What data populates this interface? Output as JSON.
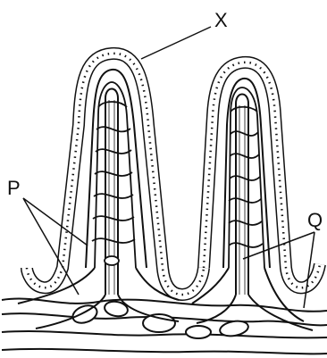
{
  "labels": {
    "x": "X",
    "p": "P",
    "q": "Q"
  },
  "colors": {
    "line": "#111111",
    "background": "#ffffff",
    "vessel_fill": "#ffffff"
  }
}
